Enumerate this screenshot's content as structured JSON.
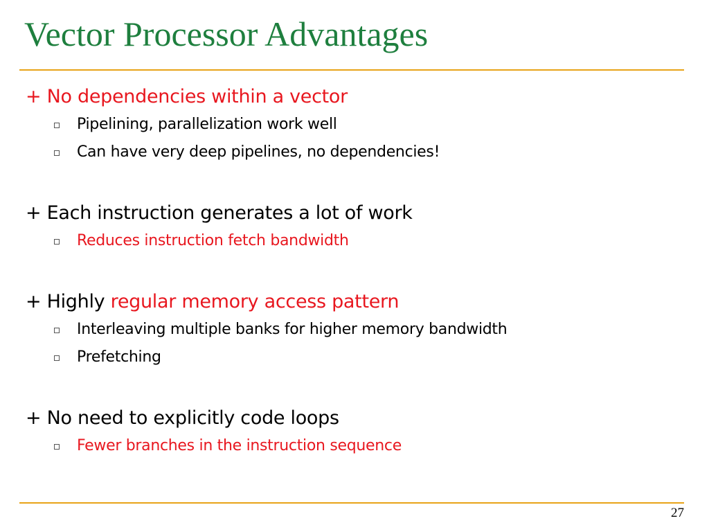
{
  "title": "Vector Processor Advantages",
  "colors": {
    "title": "#1e7f3e",
    "rule": "#e8a317",
    "highlight": "#e8171f"
  },
  "sections": [
    {
      "heading": "+ No dependencies within a vector",
      "subitems": [
        "Pipelining, parallelization work well",
        "Can have very deep pipelines, no dependencies!"
      ]
    },
    {
      "heading": "+ Each instruction generates a lot of work",
      "subitems": [
        "Reduces instruction fetch bandwidth"
      ]
    },
    {
      "heading_prefix": "+ Highly ",
      "heading_highlight": "regular memory access pattern",
      "subitems": [
        "Interleaving multiple banks for higher memory bandwidth",
        "Prefetching"
      ]
    },
    {
      "heading": "+ No need to explicitly code loops",
      "subitems": [
        "Fewer branches in the instruction sequence"
      ]
    }
  ],
  "page_number": "27"
}
